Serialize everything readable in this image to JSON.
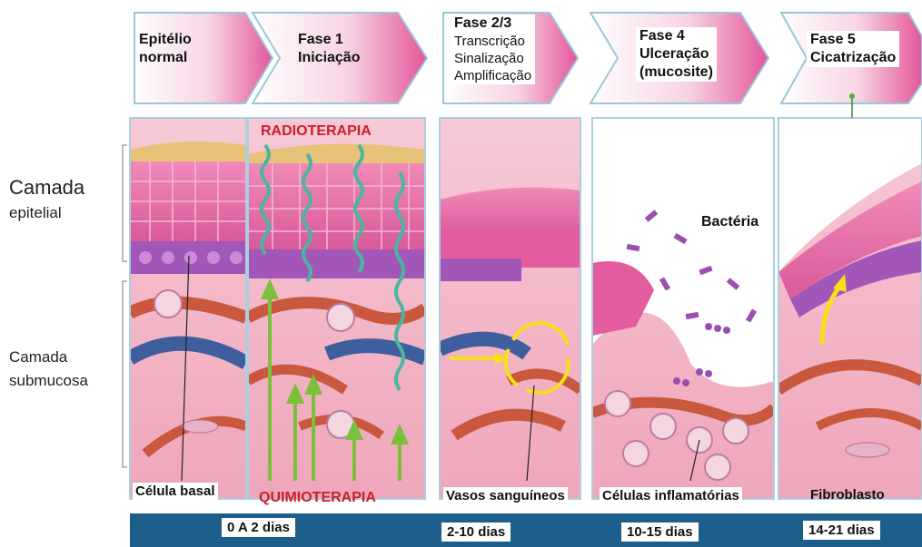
{
  "layers": {
    "epithelial_title": "Camada",
    "epithelial_sub": "epitelial",
    "submucosa_title": "Camada",
    "submucosa_sub": "submucosa"
  },
  "phases": [
    {
      "line1": "Epitélio",
      "line2": "normal"
    },
    {
      "line1": "Fase 1",
      "line2": "Iniciação"
    },
    {
      "line1": "Fase 2/3",
      "sub1": "Transcrição",
      "sub2": "Sinalização",
      "sub3": "Amplificação"
    },
    {
      "line1": "Fase 4",
      "line2": "Ulceração",
      "line3": "(mucosite)"
    },
    {
      "line1": "Fase 5",
      "line2": "Cicatrização"
    }
  ],
  "labels": {
    "radiotherapy": "RADIOTERAPIA",
    "chemotherapy": "QUIMIOTERAPIA",
    "bacteria": "Bactéria",
    "basal_cell": "Célula basal",
    "blood_vessels": "Vasos sanguíneos",
    "inflammatory_cells": "Células inflamatórias",
    "fibroblast": "Fibroblasto"
  },
  "timeline": [
    "0 A 2 dias",
    "2-10 dias",
    "10-15 dias",
    "14-21 dias"
  ],
  "colors": {
    "bar": "#1d5f8a",
    "tissue": "#f2b8c6",
    "epithelium": "#e86aa6",
    "basal": "#9a4fb0",
    "vessel_red": "#d4553a",
    "vessel_blue": "#3b5c9c",
    "radiation": "#4bb5a0",
    "chemo": "#8cc63f",
    "arrow_yellow": "#f5e11a"
  }
}
